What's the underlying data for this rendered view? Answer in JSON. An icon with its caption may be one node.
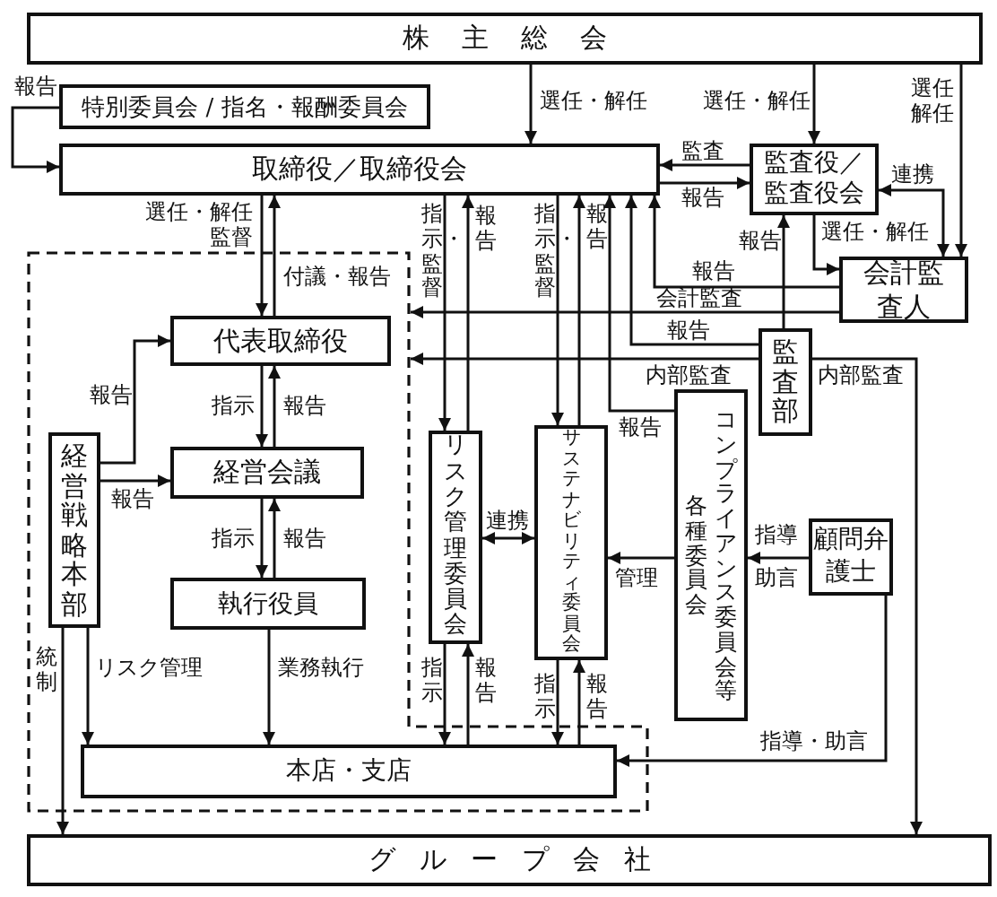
{
  "diagram": {
    "nodes": [
      {
        "text": [
          "株主総会"
        ]
      },
      {
        "text": [
          "特別委員会 / 指名・報酬委員会"
        ]
      },
      {
        "text": [
          "取締役／取締役会"
        ]
      },
      {
        "text": [
          "監査役／監査役会"
        ]
      },
      {
        "text": [
          "会計監査人"
        ]
      },
      {
        "text": [],
        "shape": "polygon"
      },
      {
        "text": [
          "代表取締役"
        ],
        "in": 5
      },
      {
        "text": [
          "監査部"
        ]
      },
      {
        "text": [
          "経営戦略本部"
        ],
        "in": 5
      },
      {
        "text": [
          "経営会議"
        ],
        "in": 5
      },
      {
        "text": [
          "サステナビリティ委員会"
        ]
      },
      {
        "text": [
          "リスク管理委員会"
        ]
      },
      {
        "text": [
          "各種委員会",
          "コンプライアンス委員会等"
        ]
      },
      {
        "text": [
          "顧問弁護士"
        ]
      },
      {
        "text": [
          "執行役員"
        ],
        "in": 5
      },
      {
        "text": [
          "本店・支店"
        ],
        "in": 5
      },
      {
        "text": [
          "グループ会社"
        ]
      }
    ],
    "edges": [
      {
        "from": 0,
        "to": 2,
        "arrow": "to",
        "label": "選任・解任"
      },
      {
        "from": 0,
        "to": 3,
        "arrow": "to",
        "label": "選任・解任"
      },
      {
        "from": 0,
        "to": 4,
        "arrow": "to",
        "label": "選任解任"
      },
      {
        "from": 1,
        "to": 2,
        "arrow": "to",
        "label": "報告"
      },
      {
        "from": 3,
        "to": 2,
        "arrow": "to",
        "label": "監査"
      },
      {
        "from": 2,
        "to": 3,
        "arrow": "to",
        "label": "報告"
      },
      {
        "from": 3,
        "to": 4,
        "arrow": "both",
        "label": "連携"
      },
      {
        "from": 3,
        "to": 4,
        "arrow": "to",
        "label": "選任・解任"
      },
      {
        "from": 4,
        "to": 2,
        "arrow": "to",
        "label": "報告"
      },
      {
        "from": 4,
        "to": 5,
        "arrow": "to",
        "label": "会計監査"
      },
      {
        "from": 7,
        "to": 2,
        "arrow": "to",
        "label": "報告"
      },
      {
        "from": 7,
        "to": 3,
        "arrow": "to",
        "label": "報告"
      },
      {
        "from": 7,
        "to": 5,
        "arrow": "to",
        "label": "内部監査"
      },
      {
        "from": 7,
        "to": 16,
        "arrow": "to",
        "label": "内部監査"
      },
      {
        "from": 2,
        "to": 6,
        "arrow": "to",
        "label": "選任・解任監督"
      },
      {
        "from": 6,
        "to": 2,
        "arrow": "to",
        "label": "付議・報告"
      },
      {
        "from": 2,
        "to": 11,
        "arrow": "to",
        "label": "指示・監督"
      },
      {
        "from": 11,
        "to": 2,
        "arrow": "to",
        "label": "報告"
      },
      {
        "from": 2,
        "to": 10,
        "arrow": "to",
        "label": "指示・監督"
      },
      {
        "from": 10,
        "to": 2,
        "arrow": "to",
        "label": "報告"
      },
      {
        "from": 12,
        "to": 2,
        "arrow": "to",
        "label": "報告"
      },
      {
        "from": 6,
        "to": 9,
        "arrow": "to",
        "label": "指示"
      },
      {
        "from": 9,
        "to": 6,
        "arrow": "to",
        "label": "報告"
      },
      {
        "from": 9,
        "to": 14,
        "arrow": "to",
        "label": "指示"
      },
      {
        "from": 14,
        "to": 9,
        "arrow": "to",
        "label": "報告"
      },
      {
        "from": 8,
        "to": 6,
        "arrow": "to",
        "label": "報告"
      },
      {
        "from": 8,
        "to": 9,
        "arrow": "to",
        "label": "報告"
      },
      {
        "from": 8,
        "to": 16,
        "arrow": "to",
        "label": "統制"
      },
      {
        "from": 8,
        "to": 15,
        "arrow": "to",
        "label": "リスク管理"
      },
      {
        "from": 14,
        "to": 15,
        "arrow": "to",
        "label": "業務執行"
      },
      {
        "from": 11,
        "to": 15,
        "arrow": "to",
        "label": "指示"
      },
      {
        "from": 15,
        "to": 11,
        "arrow": "to",
        "label": "報告"
      },
      {
        "from": 10,
        "to": 15,
        "arrow": "to",
        "label": "指示"
      },
      {
        "from": 15,
        "to": 10,
        "arrow": "to",
        "label": "報告"
      },
      {
        "from": 11,
        "to": 10,
        "arrow": "both",
        "label": "連携"
      },
      {
        "from": 12,
        "to": 10,
        "arrow": "to",
        "label": "管理"
      },
      {
        "from": 13,
        "to": 12,
        "arrow": "to",
        "label": "指導"
      },
      {
        "from": 13,
        "to": 15,
        "arrow": "to",
        "label": "指導・助言"
      }
    ],
    "labels": [
      "助言"
    ]
  }
}
